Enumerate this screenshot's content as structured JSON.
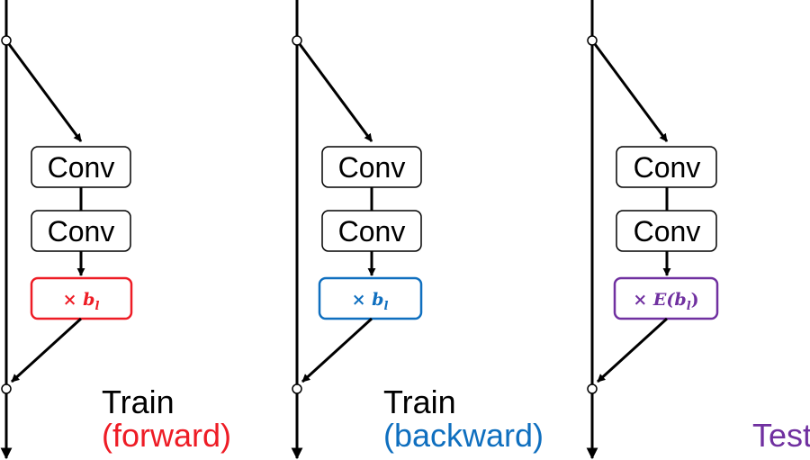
{
  "panels": [
    {
      "id": "forward",
      "conv1": "Conv",
      "conv2": "Conv",
      "op": {
        "times": "×",
        "base": "b",
        "sub": "l",
        "prefix": "",
        "suffix": "",
        "color": "#ee1c25"
      },
      "caption_line1": "Train",
      "caption_line2": "(forward)",
      "caption_line2_color": "#ee1c25"
    },
    {
      "id": "backward",
      "conv1": "Conv",
      "conv2": "Conv",
      "op": {
        "times": "×",
        "base": "b",
        "sub": "l",
        "prefix": "",
        "suffix": "",
        "color": "#0f6fbf"
      },
      "caption_line1": "Train",
      "caption_line2": "(backward)",
      "caption_line2_color": "#0f6fbf"
    },
    {
      "id": "test",
      "conv1": "Conv",
      "conv2": "Conv",
      "op": {
        "times": "×",
        "base": "b",
        "sub": "l",
        "prefix": "E(",
        "suffix": ")",
        "color": "#7030a0"
      },
      "caption_line1": "",
      "caption_line2": "Test",
      "caption_line2_color": "#7030a0"
    }
  ]
}
